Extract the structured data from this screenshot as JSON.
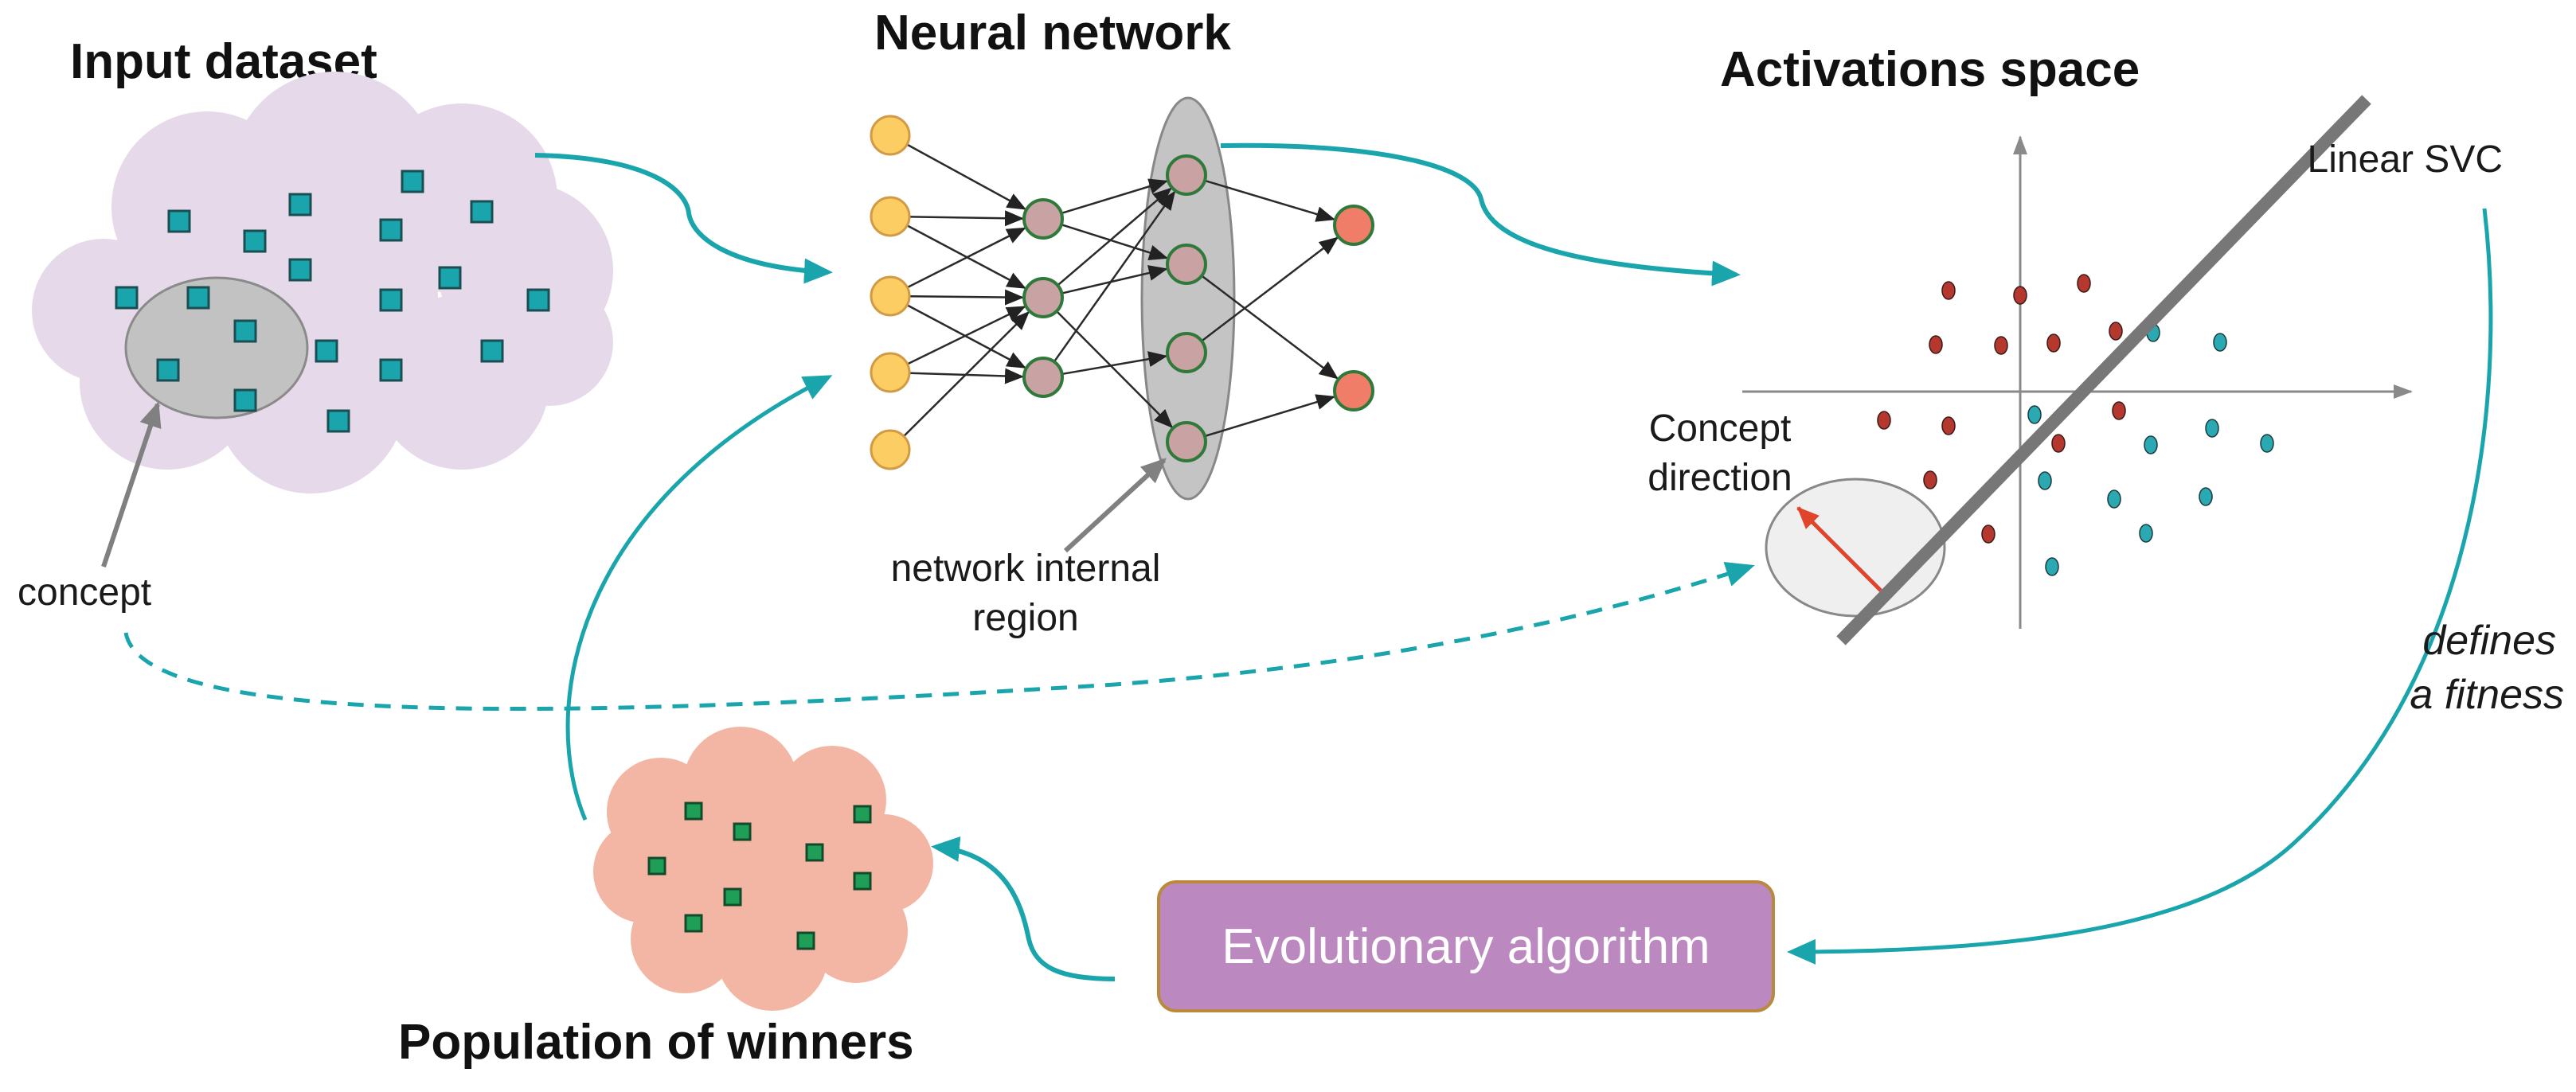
{
  "titles": {
    "input_dataset": "Input dataset",
    "neural_network": "Neural network",
    "activations_space": "Activations space",
    "population": "Population of winners"
  },
  "labels": {
    "concept": "concept",
    "network_region_line1": "network internal",
    "network_region_line2": "region",
    "concept_direction_line1": "Concept",
    "concept_direction_line2": "direction",
    "linear_svc": "Linear SVC",
    "fitness_line1": "defines",
    "fitness_line2": "a fitness",
    "algorithm": "Evolutionary algorithm"
  },
  "colors": {
    "teal": "#1aa5ad",
    "cloud_lilac": "#e6daea",
    "cloud_salmon": "#f4b6a4",
    "input_node": "#fccd63",
    "hidden_node": "#c9a3a3",
    "output_node": "#ef7d67",
    "algo_box": "#bb89bf",
    "algo_border": "#b9893c",
    "red_point": "#b5382f",
    "teal_point": "#2ba9b3",
    "arrow_red": "#e0452c",
    "gray": "#808080"
  }
}
